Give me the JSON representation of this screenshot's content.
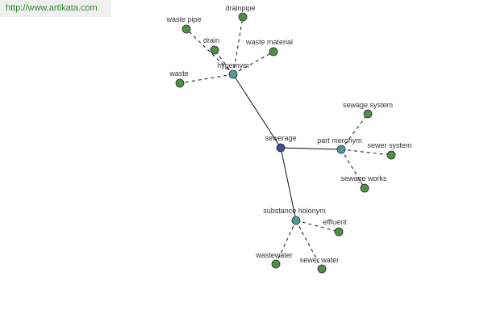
{
  "source_link": {
    "text": "http://www.artikata.com"
  },
  "colors": {
    "root": "#3b4f9a",
    "relation": "#4f9a9a",
    "term": "#4f8f48",
    "edge": "#111111"
  },
  "graph": {
    "root": "sewerage",
    "relations": [
      {
        "label": "hypernym",
        "terms": [
          "waste pipe",
          "drainpipe",
          "drain",
          "waste material",
          "waste"
        ]
      },
      {
        "label": "part meronym",
        "terms": [
          "sewage system",
          "sewer system",
          "sewage works"
        ]
      },
      {
        "label": "substance holonym",
        "terms": [
          "effluent",
          "wastewater",
          "sewer water"
        ]
      }
    ]
  }
}
